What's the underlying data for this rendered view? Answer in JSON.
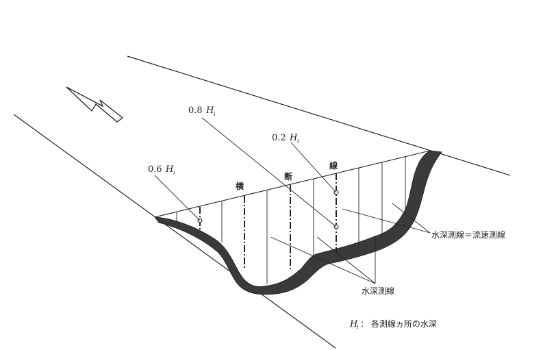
{
  "labels": {
    "h08": "0.8",
    "h02": "0.2",
    "h06": "0.6",
    "H": "H",
    "sub_i": "i",
    "yoko": "横",
    "dan": "断",
    "sen": "線",
    "depth_eq_velocity": "水深測線＝流速測線",
    "depth_line": "水深測線",
    "legend_H": "H",
    "legend_text": "： 各測線ヵ所の水深"
  },
  "colors": {
    "ink": "#222222",
    "riverbed": "#3a3a3a"
  },
  "icons": {
    "flow_arrow": "flow-direction-arrow"
  }
}
